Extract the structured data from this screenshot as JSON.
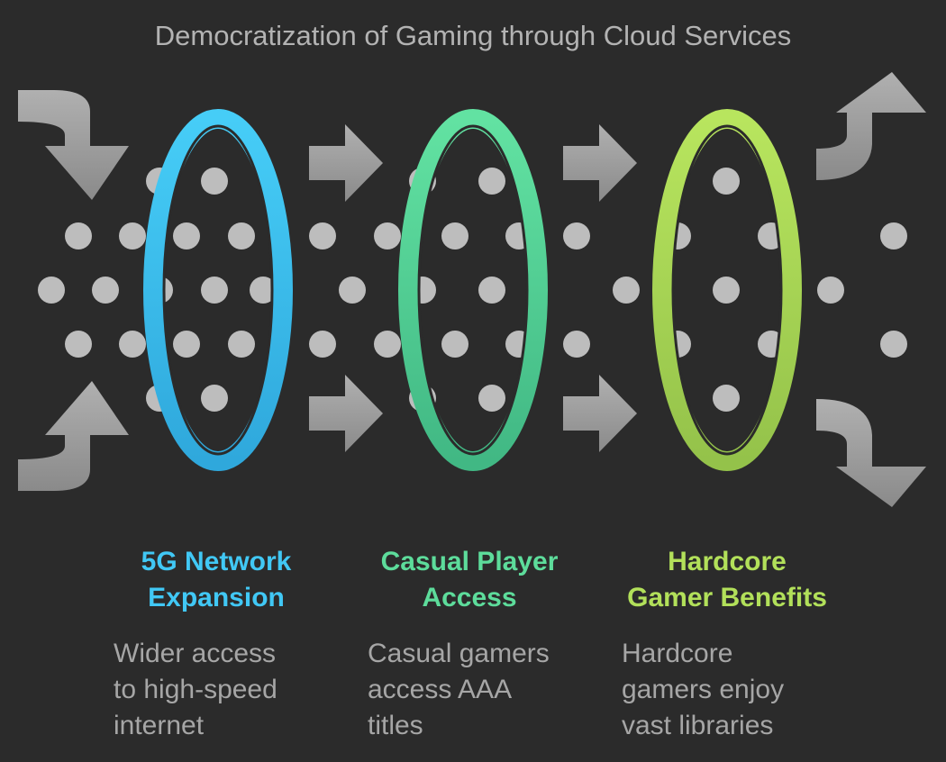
{
  "title": "Democratization of Gaming through Cloud Services",
  "colors": {
    "background": "#2b2b2b",
    "arrow": "#9e9e9e",
    "dot": "#bdbdbd",
    "stage1": "#41c8f5",
    "stage2": "#5ddc9b",
    "stage3": "#b2e05a"
  },
  "stages": [
    {
      "title_line1": "5G Network",
      "title_line2": "Expansion",
      "desc_line1": "Wider access",
      "desc_line2": "to high-speed",
      "desc_line3": "internet",
      "color": "#41c8f5"
    },
    {
      "title_line1": "Casual Player",
      "title_line2": "Access",
      "desc_line1": "Casual gamers",
      "desc_line2": "access AAA",
      "desc_line3": "titles",
      "color": "#5ddc9b"
    },
    {
      "title_line1": "Hardcore",
      "title_line2": "Gamer Benefits",
      "desc_line1": "Hardcore",
      "desc_line2": "gamers enjoy",
      "desc_line3": "vast libraries",
      "color": "#b2e05a"
    }
  ]
}
